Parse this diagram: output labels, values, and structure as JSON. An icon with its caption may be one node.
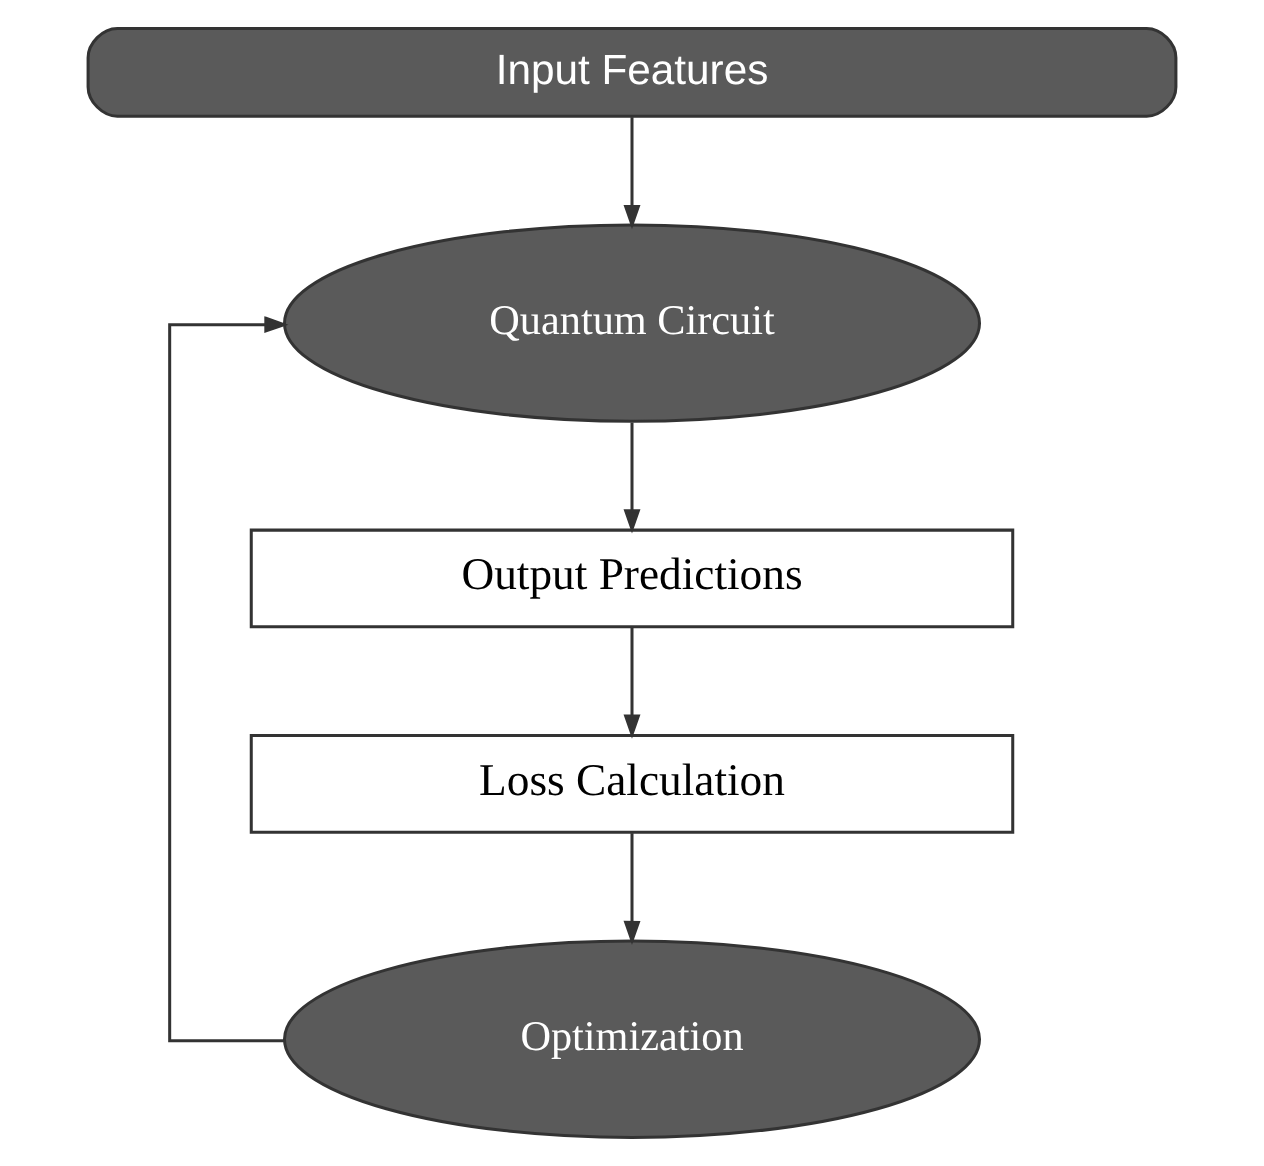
{
  "diagram": {
    "nodes": [
      {
        "text": [
          "Input Features"
        ]
      },
      {
        "text": [
          "Quantum Circuit"
        ]
      },
      {
        "text": [
          "Output Predictions"
        ]
      },
      {
        "text": [
          "Loss Calculation"
        ]
      },
      {
        "text": [
          "Optimization"
        ]
      }
    ],
    "edges": [
      {
        "from": 0,
        "to": 1,
        "arrow": "to"
      },
      {
        "from": 1,
        "to": 2,
        "arrow": "to"
      },
      {
        "from": 2,
        "to": 3,
        "arrow": "to"
      },
      {
        "from": 3,
        "to": 4,
        "arrow": "to"
      },
      {
        "from": 4,
        "to": 1,
        "arrow": "to"
      }
    ]
  }
}
